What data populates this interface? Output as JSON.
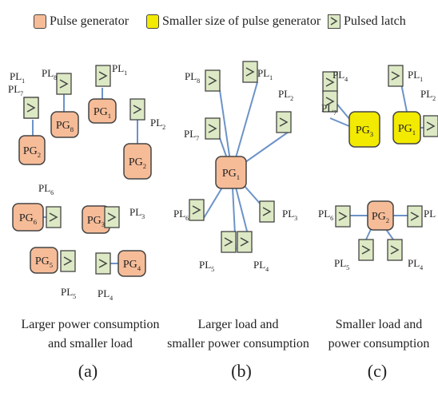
{
  "legend": {
    "pulse_generator": "Pulse generator",
    "smaller_pulse_generator": "Smaller size of pulse generator",
    "pulsed_latch": "Pulsed latch"
  },
  "colors": {
    "pulse_generator": "#f6bc98",
    "smaller_pulse_generator": "#f2ea00",
    "pulsed_latch": "#dce9c4",
    "wire": "#6d93c8",
    "outline": "#444444"
  },
  "panels": [
    {
      "id": "a",
      "label": "(a)",
      "caption": [
        "Larger power consumption",
        "and smaller load"
      ],
      "generators": [
        {
          "id": "PG1",
          "label": "PG",
          "sub": "1"
        },
        {
          "id": "PG2a",
          "label": "PG",
          "sub": "2"
        },
        {
          "id": "PG8",
          "label": "PG",
          "sub": "8"
        },
        {
          "id": "PG2b",
          "label": "PG",
          "sub": "2"
        },
        {
          "id": "PG6",
          "label": "PG",
          "sub": "6"
        },
        {
          "id": "PG3",
          "label": "PG",
          "sub": "3"
        },
        {
          "id": "PG5",
          "label": "PG",
          "sub": "5"
        },
        {
          "id": "PG4",
          "label": "PG",
          "sub": "4"
        }
      ],
      "latches": [
        {
          "label": "PL",
          "sub": "1"
        },
        {
          "label": "PL",
          "sub": "8"
        },
        {
          "label": "PL",
          "sub": "1"
        },
        {
          "label": "PL",
          "sub": "7"
        },
        {
          "label": "PL",
          "sub": "2"
        },
        {
          "label": "PL",
          "sub": "6"
        },
        {
          "label": "PL",
          "sub": "3"
        },
        {
          "label": "PL",
          "sub": "5"
        },
        {
          "label": "PL",
          "sub": "4"
        }
      ]
    },
    {
      "id": "b",
      "label": "(b)",
      "caption": [
        "Larger load and",
        "smaller power consumption"
      ],
      "generators": [
        {
          "id": "PG1",
          "label": "PG",
          "sub": "1"
        }
      ],
      "latches": [
        {
          "label": "PL",
          "sub": "8"
        },
        {
          "label": "PL",
          "sub": "1"
        },
        {
          "label": "PL",
          "sub": "2"
        },
        {
          "label": "PL",
          "sub": "7"
        },
        {
          "label": "PL",
          "sub": "6"
        },
        {
          "label": "PL",
          "sub": "3"
        },
        {
          "label": "PL",
          "sub": "5"
        },
        {
          "label": "PL",
          "sub": "4"
        }
      ]
    },
    {
      "id": "c",
      "label": "(c)",
      "caption": [
        "Smaller load and",
        "power consumption"
      ],
      "generators": [
        {
          "id": "PG3",
          "label": "PG",
          "sub": "3"
        },
        {
          "id": "PG1",
          "label": "PG",
          "sub": "1"
        },
        {
          "id": "PG2",
          "label": "PG",
          "sub": "2"
        }
      ],
      "latches": [
        {
          "label": "PL",
          "sub": "4"
        },
        {
          "label": "PL",
          "sub": "1"
        },
        {
          "label": "PL",
          "sub": "7"
        },
        {
          "label": "PL",
          "sub": "2"
        },
        {
          "label": "PL",
          "sub": "6"
        },
        {
          "label": "PL",
          "sub": ""
        },
        {
          "label": "PL",
          "sub": "5"
        },
        {
          "label": "PL",
          "sub": "4"
        }
      ]
    }
  ]
}
